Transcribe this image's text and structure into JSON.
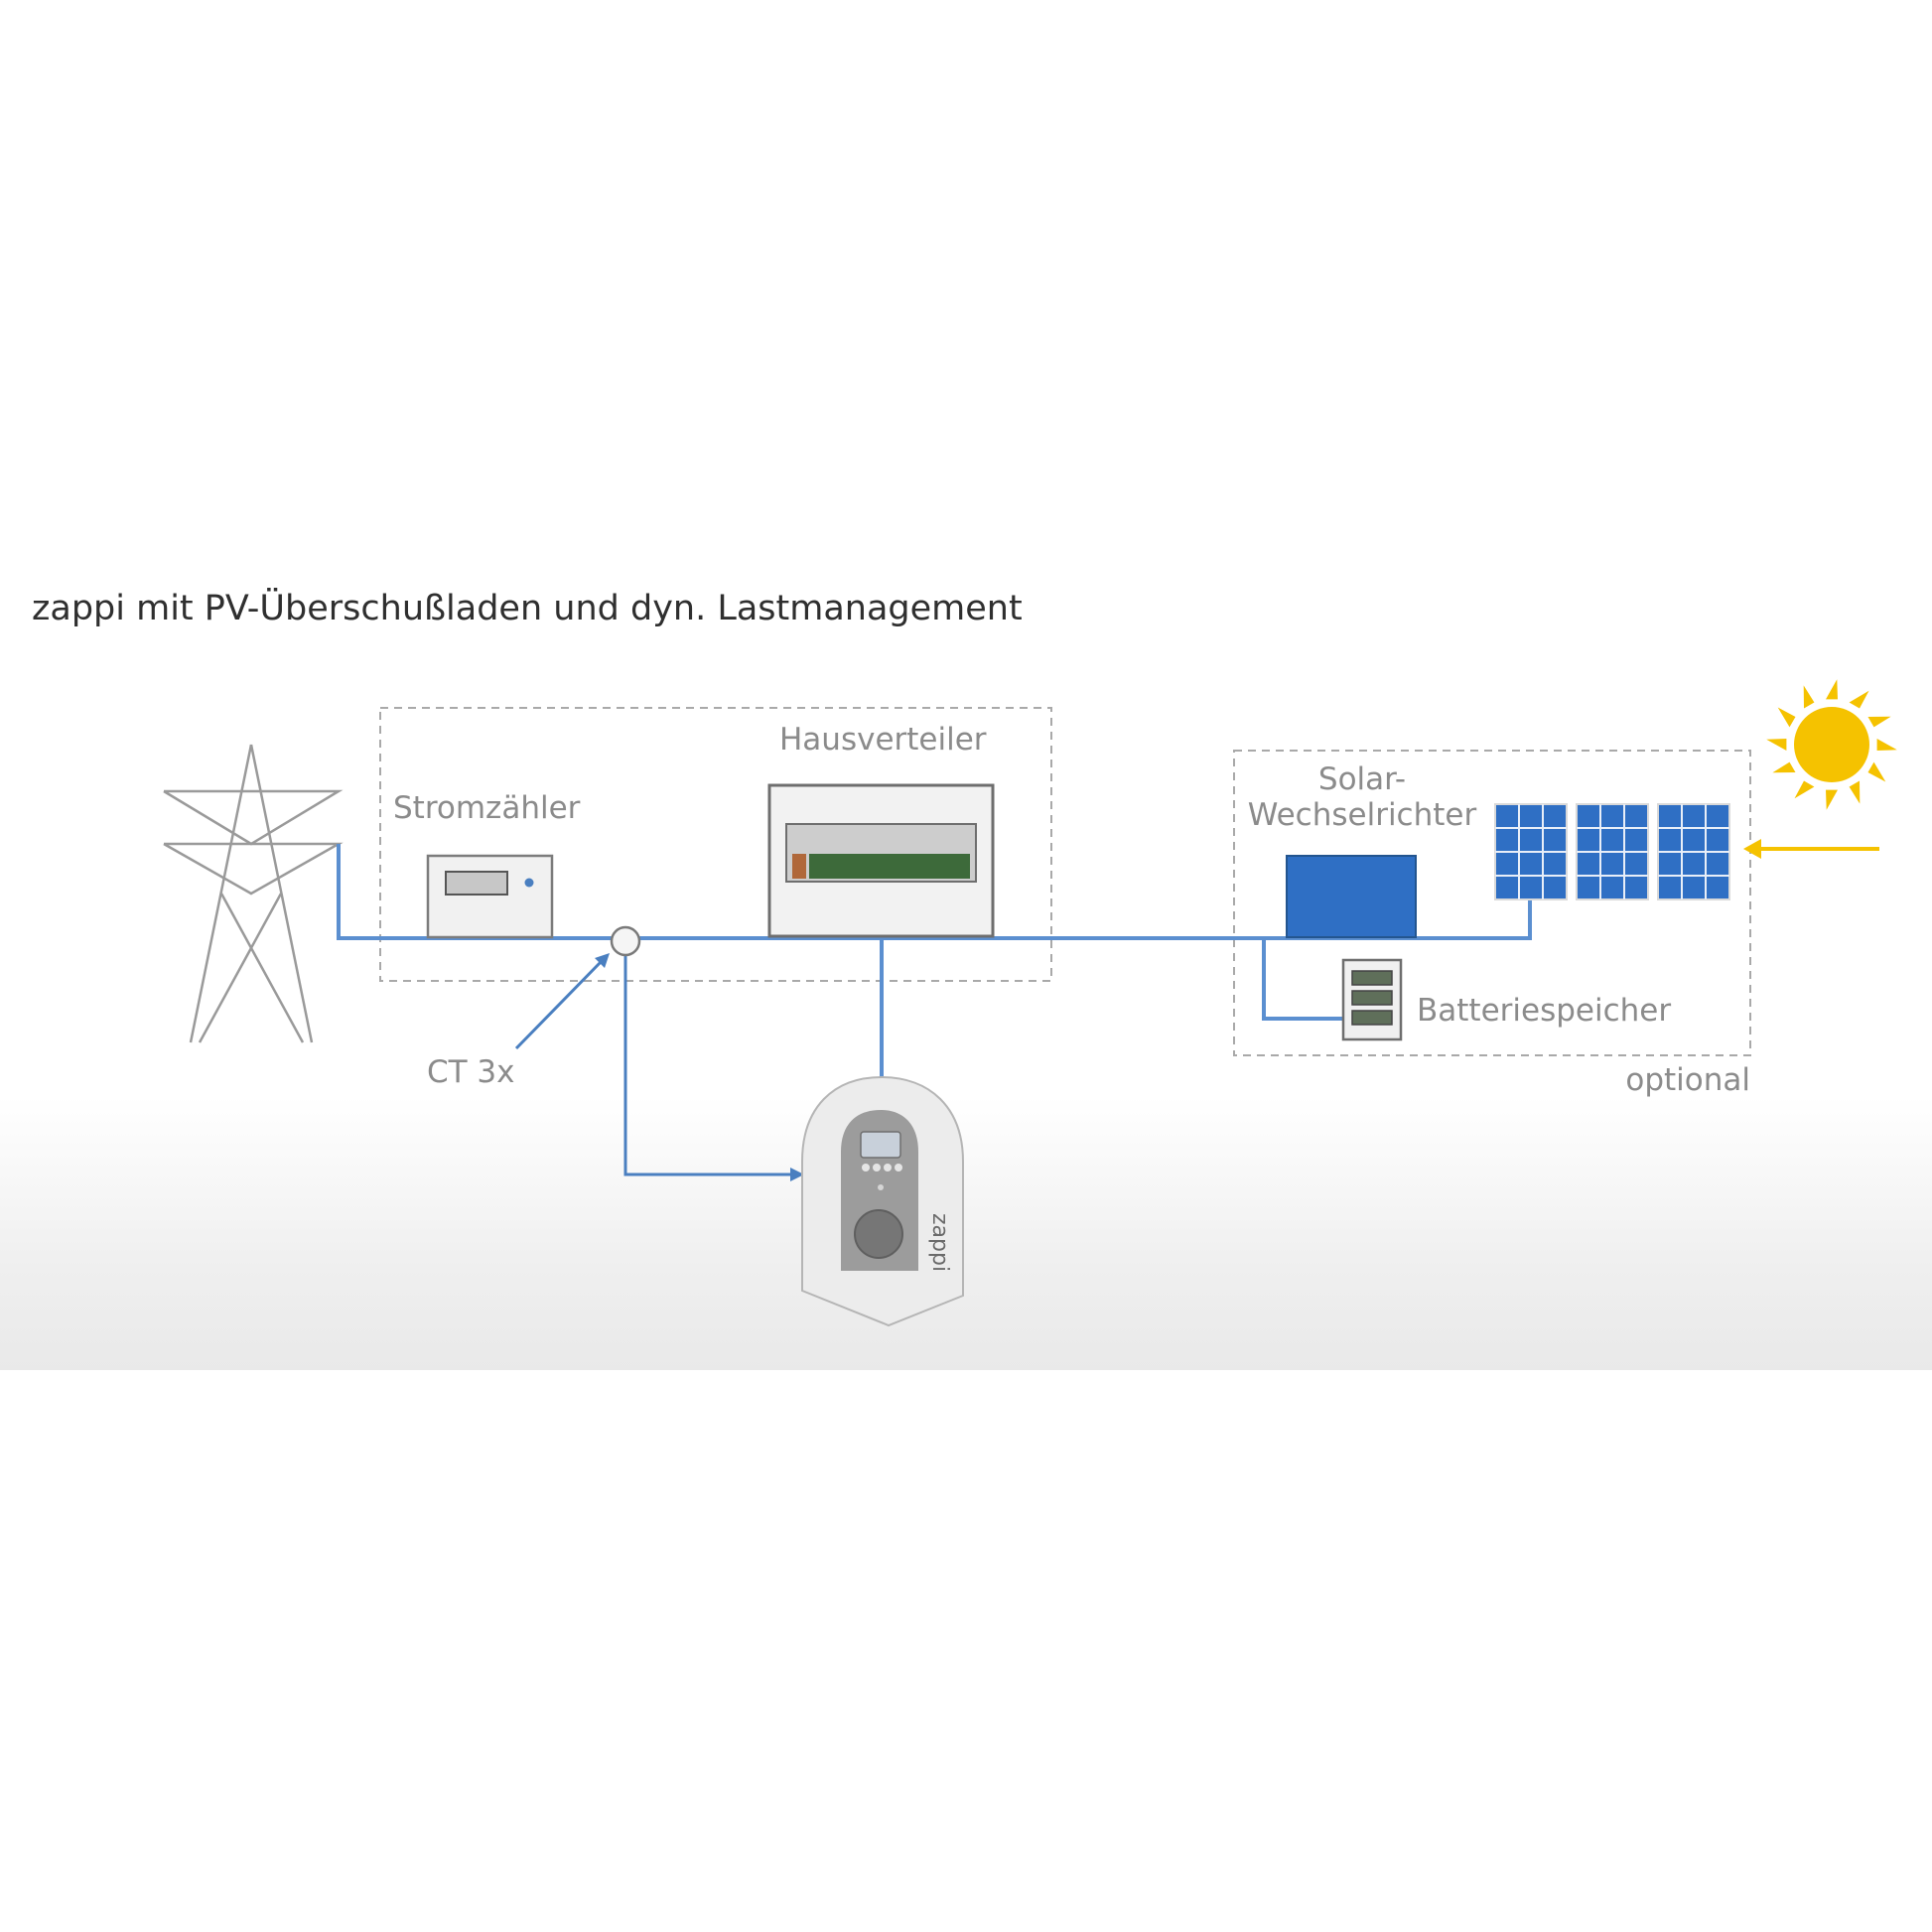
{
  "title": "zappi mit PV-Überschußladen und dyn. Lastmanagement",
  "labels": {
    "stromzaehler": "Stromzähler",
    "hausverteiler": "Hausverteiler",
    "ct": "CT 3x",
    "solar_line1": "Solar-",
    "solar_line2": "Wechselrichter",
    "batterie": "Batteriespeicher",
    "optional": "optional",
    "charger_brand": "zappi"
  },
  "colors": {
    "line": "#5b8fd0",
    "sun": "#f5c200",
    "panel": "#2f6fc4",
    "distributor_bar": "#3d6a3a",
    "fuse": "#b0683a"
  }
}
